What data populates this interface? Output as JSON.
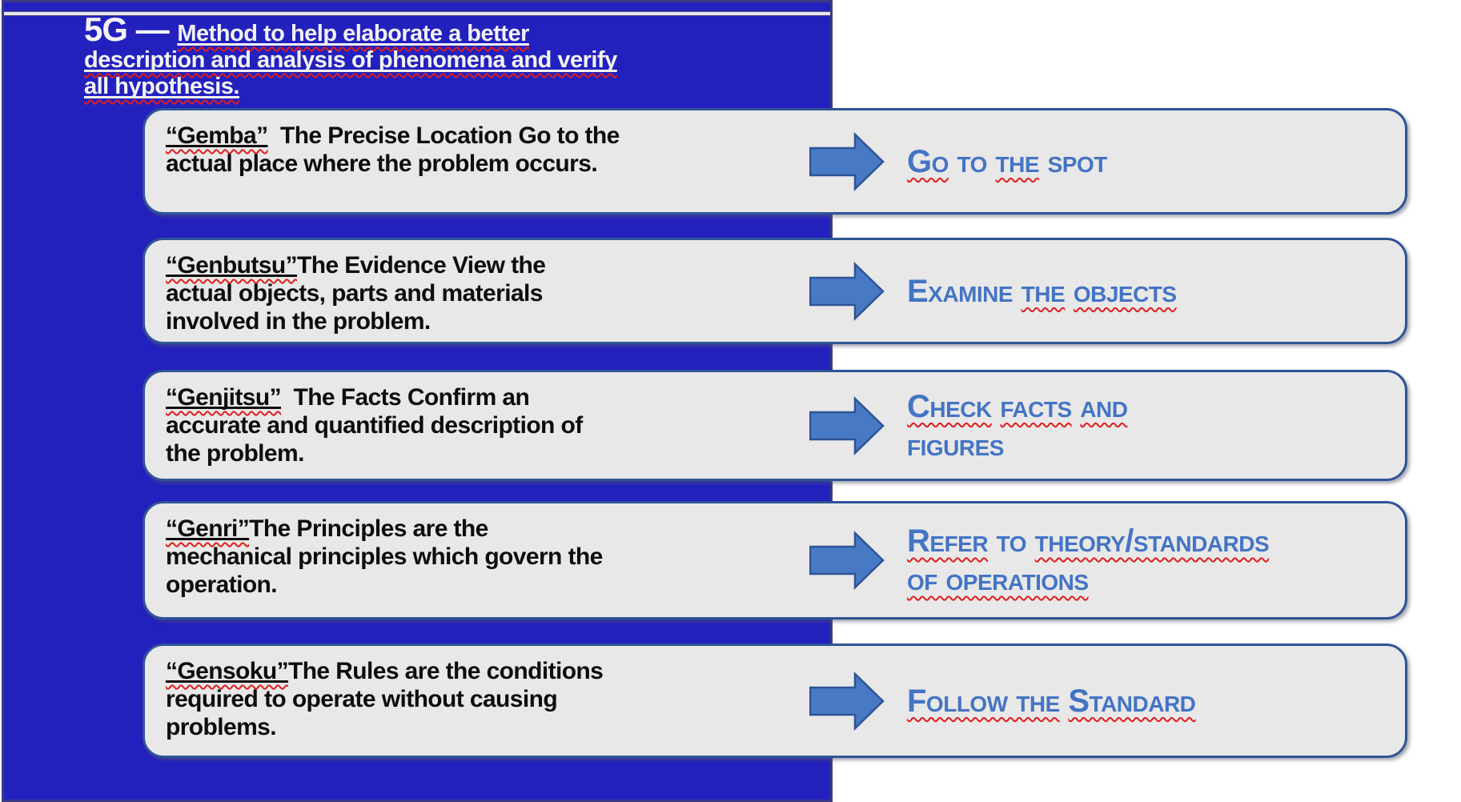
{
  "title": {
    "prefix": "5G — ",
    "lines": [
      "Method to help elaborate a better",
      "description and analysis of phenomena and verify",
      "all hypothesis."
    ]
  },
  "colors": {
    "panel_blue": "#2321be",
    "box_fill": "#e8e8e8",
    "box_border": "#2e5496",
    "arrow_fill": "#4879c5",
    "arrow_border": "#2e5496",
    "label_blue": "#4474c4",
    "squiggle_red": "#e01d1d",
    "title_text": "#f2f2f2",
    "desc_text": "#0d0d0d"
  },
  "icons": [
    {
      "name": "right-arrow-icon",
      "meaning": "leads to / results in"
    }
  ],
  "rows": [
    {
      "id": "gemba",
      "term": "“Gemba”",
      "desc_lines": [
        "  The Precise Location Go to the",
        "actual place where the problem occurs."
      ],
      "label_lines": [
        [
          {
            "t": "Go",
            "sq": true
          },
          {
            "t": " to ",
            "sq": false
          },
          {
            "t": "the",
            "sq": true
          },
          {
            "t": " spot",
            "sq": false
          }
        ]
      ]
    },
    {
      "id": "genbutsu",
      "term": "“Genbutsu”",
      "desc_lines": [
        "The Evidence View the",
        "actual objects, parts and materials",
        "involved in the problem."
      ],
      "label_lines": [
        [
          {
            "t": "Examine ",
            "sq": false
          },
          {
            "t": "the",
            "sq": true
          },
          {
            "t": " ",
            "sq": false
          },
          {
            "t": "objects",
            "sq": true
          }
        ]
      ]
    },
    {
      "id": "genjitsu",
      "term": "“Genjitsu”",
      "desc_lines": [
        "  The Facts Confirm an",
        "accurate and quantified description of",
        "the problem."
      ],
      "label_lines": [
        [
          {
            "t": "Check",
            "sq": true
          },
          {
            "t": " ",
            "sq": false
          },
          {
            "t": "facts",
            "sq": true
          },
          {
            "t": " ",
            "sq": false
          },
          {
            "t": "and",
            "sq": true
          }
        ],
        [
          {
            "t": "figures",
            "sq": false
          }
        ]
      ]
    },
    {
      "id": "genri",
      "term": "“Genri”",
      "desc_lines": [
        "The Principles are the",
        "mechanical principles which govern the",
        "operation."
      ],
      "label_lines": [
        [
          {
            "t": "Refer",
            "sq": true
          },
          {
            "t": " to ",
            "sq": false
          },
          {
            "t": "theory/standards",
            "sq": true
          }
        ],
        [
          {
            "t": "of operations",
            "sq": true
          }
        ]
      ]
    },
    {
      "id": "gensoku",
      "term": "“Gensoku”",
      "desc_lines": [
        "The Rules are the conditions",
        "required to operate without causing",
        "problems."
      ],
      "label_lines": [
        [
          {
            "t": "Follow the",
            "sq": true
          },
          {
            "t": " ",
            "sq": false
          },
          {
            "t": "Standard",
            "sq": true
          }
        ]
      ]
    }
  ]
}
